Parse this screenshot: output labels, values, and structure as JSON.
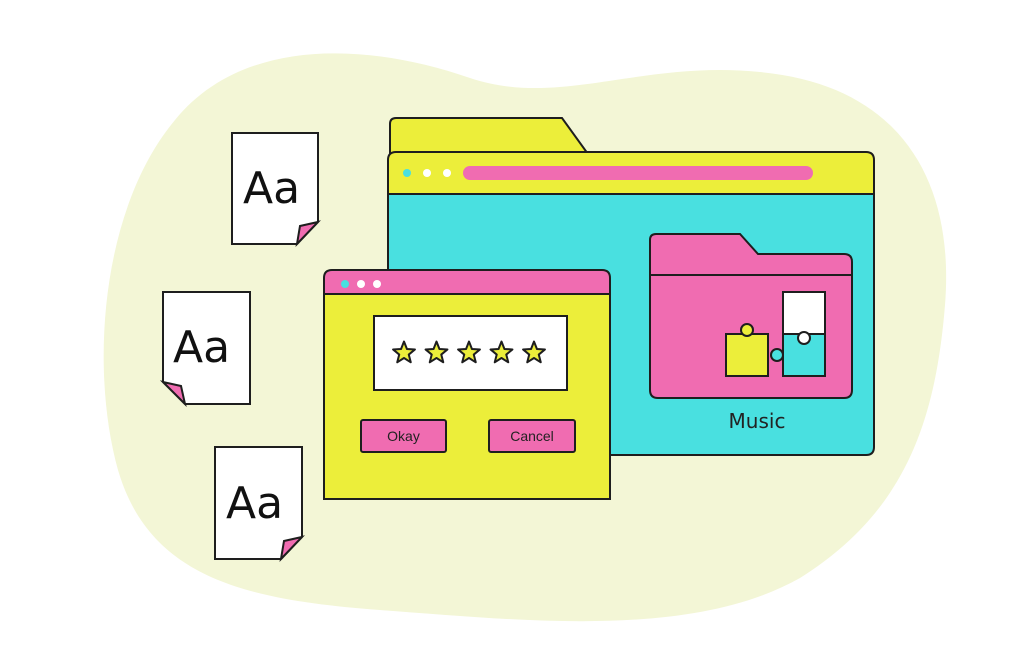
{
  "colors": {
    "blob": "#f3f6d6",
    "yellow": "#ecee3a",
    "cyan": "#49e0e0",
    "pink": "#f06cb1",
    "white": "#ffffff",
    "outline": "#1e1e1e",
    "star": "#ecee3a"
  },
  "font_documents": [
    {
      "label": "Aa",
      "icon": "font-file-icon"
    },
    {
      "label": "Aa",
      "icon": "font-file-icon"
    },
    {
      "label": "Aa",
      "icon": "font-file-icon"
    }
  ],
  "browser_window": {
    "title_bar_dots": [
      "cyan",
      "white",
      "white"
    ],
    "folder": {
      "icon": "folder-icon",
      "puzzle_icon": "puzzle-icon",
      "label": "Music"
    }
  },
  "dialog": {
    "title_bar_dots": [
      "cyan",
      "white",
      "white"
    ],
    "rating": {
      "value": 5,
      "max": 5,
      "icon": "star-icon"
    },
    "buttons": {
      "ok": "Okay",
      "cancel": "Cancel"
    }
  }
}
